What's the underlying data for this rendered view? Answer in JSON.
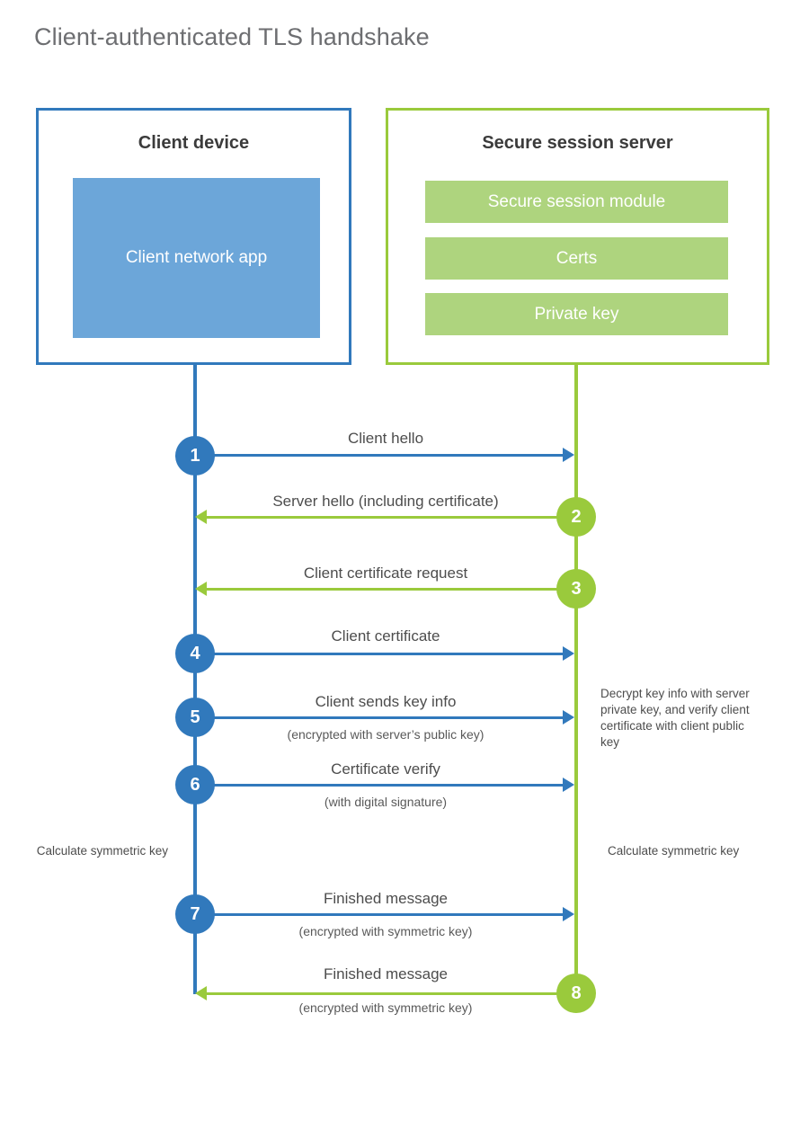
{
  "title": "Client-authenticated TLS handshake",
  "actors": {
    "client": {
      "title": "Client device",
      "block": "Client network app",
      "border_color": "#3179BC",
      "block_color": "#6CA6D9"
    },
    "server": {
      "title": "Secure session server",
      "blocks": [
        "Secure session module",
        "Certs",
        "Private key"
      ],
      "border_color": "#9ACA3C",
      "block_color": "#AED47E"
    }
  },
  "steps": [
    {
      "number": "1",
      "label": "Client hello",
      "sublabel": "",
      "direction": "client-to-server",
      "color": "#3179BC"
    },
    {
      "number": "2",
      "label": "Server hello (including certificate)",
      "sublabel": "",
      "direction": "server-to-client",
      "color": "#9ACA3C"
    },
    {
      "number": "3",
      "label": "Client certificate request",
      "sublabel": "",
      "direction": "server-to-client",
      "color": "#9ACA3C"
    },
    {
      "number": "4",
      "label": "Client certificate",
      "sublabel": "",
      "direction": "client-to-server",
      "color": "#3179BC"
    },
    {
      "number": "5",
      "label": "Client sends key info",
      "sublabel": "(encrypted with server’s public key)",
      "direction": "client-to-server",
      "color": "#3179BC"
    },
    {
      "number": "6",
      "label": "Certificate verify",
      "sublabel": "(with digital signature)",
      "direction": "client-to-server",
      "color": "#3179BC"
    },
    {
      "number": "7",
      "label": "Finished message",
      "sublabel": "(encrypted with symmetric key)",
      "direction": "client-to-server",
      "color": "#3179BC"
    },
    {
      "number": "8",
      "label": "Finished message",
      "sublabel": "(encrypted with symmetric key)",
      "direction": "server-to-client",
      "color": "#9ACA3C"
    }
  ],
  "notes": {
    "server_decrypt": "Decrypt key info with server private key, and verify client certificate with client public key",
    "client_calculate": "Calculate symmetric key",
    "server_calculate": "Calculate symmetric key"
  }
}
